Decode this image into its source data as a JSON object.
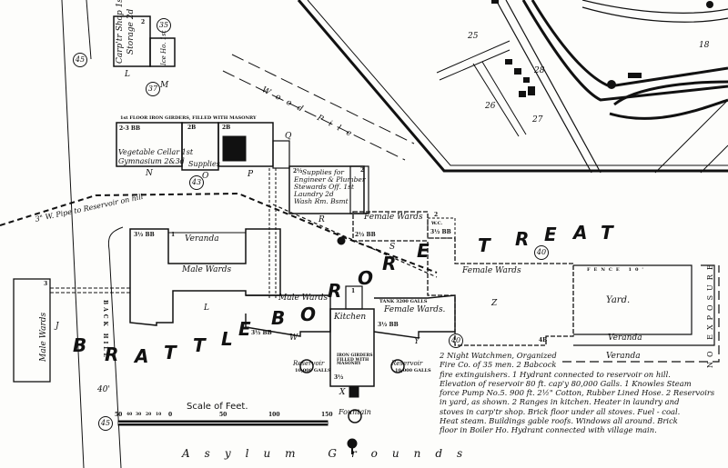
{
  "map": {
    "title_letters": [
      "B",
      "R",
      "A",
      "T",
      "T",
      "L",
      "E",
      "B",
      "O",
      "R",
      "O",
      "R",
      "E",
      "T",
      "R",
      "E",
      "A",
      "T"
    ],
    "title": "BRATTLEBORO RETREAT",
    "grounds_label": "Asylum Grounds",
    "scale": {
      "label": "Scale of Feet.",
      "ticks": [
        "50",
        "40",
        "30",
        "20",
        "10",
        "0",
        "50",
        "100",
        "150"
      ]
    },
    "no_exposure": "NO EXPOSURE",
    "pipe_label": "3\" W. Pipe to Reservoir on hill",
    "wood_pile": "Wood Pile",
    "back_hill": "BACK HILL",
    "fence": "FENCE 10'",
    "sheet_numbers": [
      "45",
      "35",
      "37",
      "43",
      "40",
      "40",
      "45"
    ],
    "top_right_numbers": [
      "25",
      "28",
      "26",
      "27",
      "18"
    ],
    "dimension_label": "40'",
    "buildings": {
      "lm": {
        "l": "L",
        "m": "M",
        "carpenter": "Carp'tr Shop 1st",
        "storage": "Storage 2d",
        "ice": "Ice Ho. 1st",
        "stories": "2"
      },
      "nop": {
        "girders": "1st FLOOR IRON GIRDERS, FILLED WITH MASONRY",
        "stories_n": "2-3 BB",
        "veg": "Vegetable Cellar 1st",
        "gym": "Gymnasium 2&3d",
        "supplies": "Supplies",
        "stories_o": "2B",
        "stories_p": "2B",
        "n": "N",
        "o": "O",
        "p": "P",
        "q": "Q"
      },
      "r": {
        "stories": "2½",
        "line1": "Supplies for",
        "line2": "Engineer & Plumber",
        "line3": "Stewards Off. 1st",
        "line4": "Laundry 2d",
        "line5": "Wash Rm. Bsmt",
        "r": "R",
        "right_stories": "2"
      },
      "male": {
        "stories": "3½ BB",
        "veranda": "Veranda",
        "wards": "Male Wards",
        "wards2": "Male Wards",
        "l": "L",
        "w": "W",
        "stories2": "3½ BB",
        "one": "1"
      },
      "female": {
        "wards": "Female Wards",
        "stories": "2½ BB",
        "wc": "W.C.",
        "stories2": "3½ BB",
        "s": "S",
        "two": "2"
      },
      "kitchen": {
        "label": "Kitchen",
        "tank": "TANK 3200 GALLS",
        "female": "Female Wards.",
        "stories": "3½ BB",
        "basement": "3½",
        "x": "X",
        "y": "Y",
        "one": "1",
        "res_left": "Reservoir",
        "res_left_cap": "10,000 GALLS",
        "res_right": "Reservoir",
        "res_right_cap": "10,000 GALLS",
        "iron": "IRON GIRDERS FILLED WITH MASONRY"
      },
      "east": {
        "wards": "Female Wards",
        "z": "Z",
        "yard": "Yard.",
        "veranda1": "Veranda",
        "veranda2": "Veranda",
        "stories": "4B"
      },
      "j": {
        "wards": "Male Wards",
        "j": "J",
        "stories": "3"
      }
    },
    "fountain": "Fountain",
    "notes": [
      "2 Night Watchmen, Organized",
      "Fire Co. of 35 men. 2 Babcock",
      "fire extinguishers. 1 Hydrant connected to reservoir on hill.",
      "Elevation of reservoir 80 ft. cap'y 80,000 Galls. 1 Knowles Steam",
      "force Pump No.5. 900 ft. 2½\" Cotton, Rubber Lined Hose. 2 Reservoirs",
      "in yard, as shown. 2 Ranges in kitchen. Heater in laundry and",
      "stoves in carp'tr shop. Brick floor under all stoves. Fuel - coal.",
      "Heat steam. Buildings gable roofs. Windows all around. Brick",
      "floor in Boiler Ho. Hydrant connected with village main."
    ]
  }
}
